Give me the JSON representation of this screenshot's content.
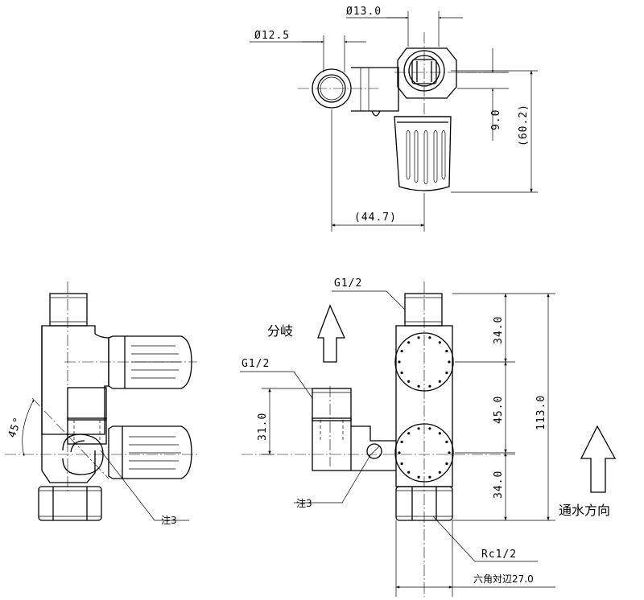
{
  "top_view": {
    "dia_a": "Ø13.0",
    "dia_b": "Ø12.5",
    "dim_9": "9.0",
    "dim_602": "(60.2)",
    "dim_447": "(44.7)"
  },
  "front_view": {
    "thread_top": "G1/2",
    "thread_branch": "G1/2",
    "branch_label": "分岐",
    "note": "注3",
    "dim_31": "31.0",
    "dim_34a": "34.0",
    "dim_45": "45.0",
    "dim_34b": "34.0",
    "dim_113": "113.0",
    "bottom_thread": "Rc1/2",
    "hex_label": "六角対辺27.0",
    "flow_label": "通水方向"
  },
  "side_view": {
    "angle": "45°",
    "note": "注3"
  }
}
